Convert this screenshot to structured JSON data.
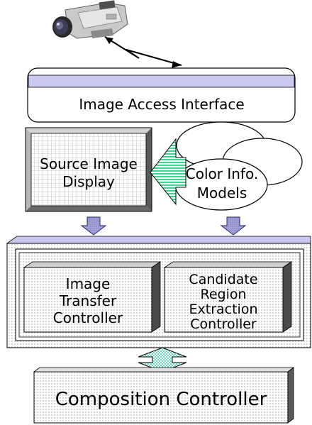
{
  "image_access": {
    "label": "Image Access Interface"
  },
  "source_display": {
    "line1": "Source Image",
    "line2": "Display"
  },
  "color_models": {
    "line1": "Color Info.",
    "line2": "Models"
  },
  "transfer_controller": {
    "line1": "Image",
    "line2": "Transfer",
    "line3": "Controller"
  },
  "candidate_controller": {
    "line1": "Candidate",
    "line2": "Region",
    "line3": "Extraction",
    "line4": "Controller"
  },
  "composition_controller": {
    "label": "Composition Controller"
  },
  "icons": {
    "camera": "video-camera-icon"
  },
  "colors": {
    "band": "#c8c8f0",
    "arrow_fill": "#8888cc",
    "double_arrow": "#7fe0c4",
    "left_arrow": "#4fd89e",
    "bevel_dark": "#5a5a5a",
    "bevel_light": "#d4d4d4",
    "dot_bg": "#e8e8e8"
  }
}
